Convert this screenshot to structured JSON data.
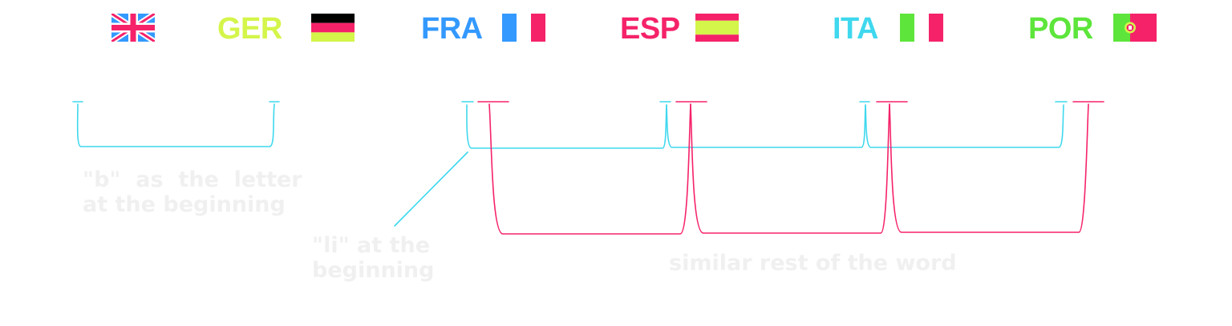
{
  "colors": {
    "cyan": "#3fd8ee",
    "pink": "#f5226a",
    "lime": "#d4f54a",
    "blue": "#3399ff",
    "green": "#5de53b",
    "annotation": "#f0f0f0"
  },
  "languages": [
    {
      "code": "",
      "flag": "uk-flag-icon"
    },
    {
      "code": "GER",
      "flag": "germany-flag-icon",
      "color": "#d4f54a"
    },
    {
      "code": "FRA",
      "flag": "france-flag-icon",
      "color": "#3399ff"
    },
    {
      "code": "ESP",
      "flag": "spain-flag-icon",
      "color": "#f5226a"
    },
    {
      "code": "ITA",
      "flag": "italy-flag-icon",
      "color": "#3fd8ee"
    },
    {
      "code": "POR",
      "flag": "portugal-flag-icon",
      "color": "#5de53b"
    }
  ],
  "annotations": {
    "b_letter": [
      "\"b\"  as  the  letter",
      "at the beginning"
    ],
    "li_beginning": [
      "\"li\" at the",
      "beginning"
    ],
    "similar_rest": "similar rest of the word"
  }
}
